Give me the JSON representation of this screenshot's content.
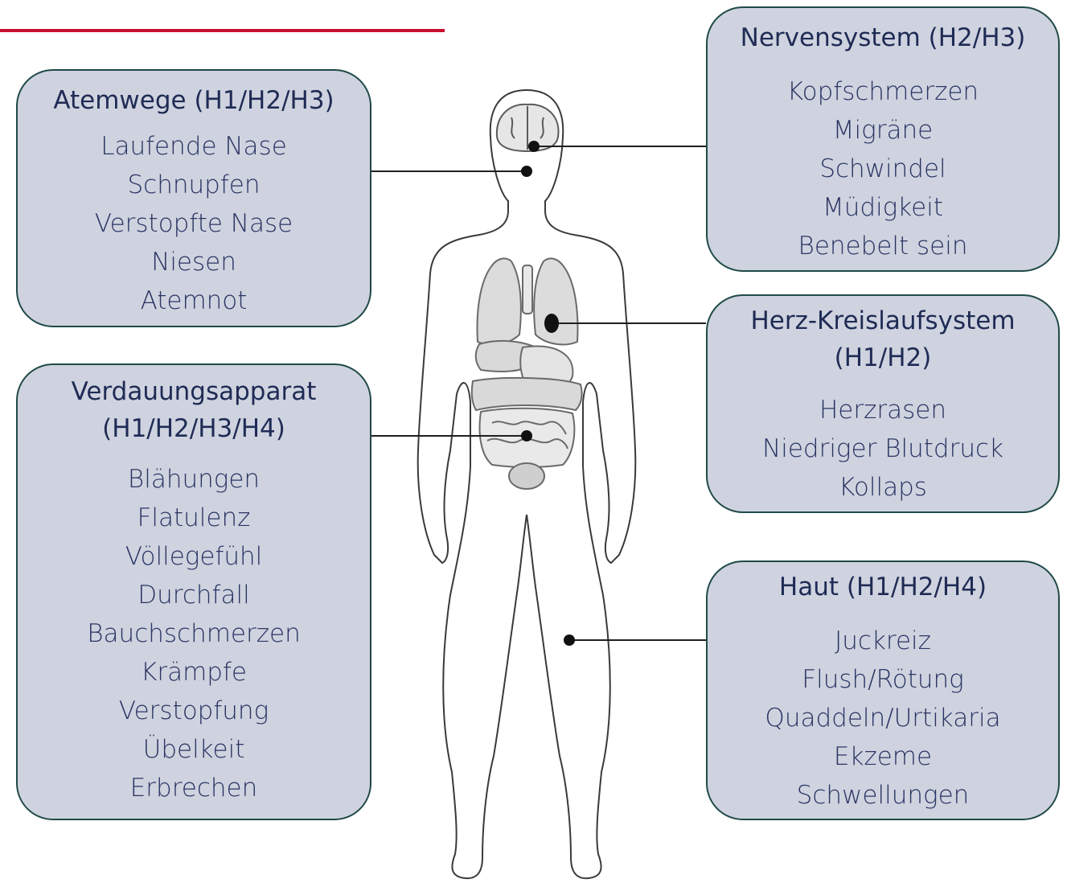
{
  "accent_color": "#c8102e",
  "box_fill": "#cfd3df",
  "box_border": "#1f4a47",
  "text_color": "#1f2b55",
  "boxes": {
    "atemwege": {
      "title": "Atemwege (H1/H2/H3)",
      "items": [
        "Laufende Nase",
        "Schnupfen",
        "Verstopfte Nase",
        "Niesen",
        "Atemnot"
      ]
    },
    "verdauung": {
      "title_line1": "Verdauungsapparat",
      "title_line2": "(H1/H2/H3/H4)",
      "items": [
        "Blähungen",
        "Flatulenz",
        "Völlegefühl",
        "Durchfall",
        "Bauchschmerzen",
        "Krämpfe",
        "Verstopfung",
        "Übelkeit",
        "Erbrechen"
      ]
    },
    "nerven": {
      "title": "Nervensystem (H2/H3)",
      "items": [
        "Kopfschmerzen",
        "Migräne",
        "Schwindel",
        "Müdigkeit",
        "Benebelt sein"
      ]
    },
    "herz": {
      "title_line1": "Herz-Kreislaufsystem",
      "title_line2": "(H1/H2)",
      "items": [
        "Herzrasen",
        "Niedriger Blutdruck",
        "Kollaps"
      ]
    },
    "haut": {
      "title": "Haut (H1/H2/H4)",
      "items": [
        "Juckreiz",
        "Flush/Rötung",
        "Quaddeln/Urtikaria",
        "Ekzeme",
        "Schwellungen"
      ]
    }
  }
}
